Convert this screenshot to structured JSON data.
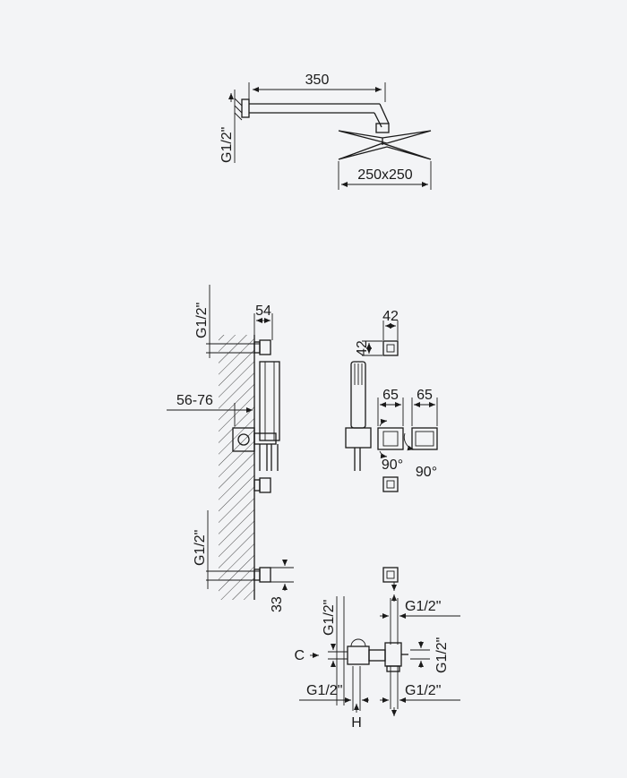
{
  "labels": {
    "arm_length": "350",
    "head_size": "250x250",
    "thread_top": "G1/2\"",
    "thread_left_upper": "G1/2\"",
    "depth": "56-76",
    "width_54": "54",
    "thread_left_lower": "G1/2\"",
    "height_33": "33",
    "outlet_size": "42",
    "outlet_size_v": "42",
    "plate_a": "65",
    "plate_b": "65",
    "angle_a": "90°",
    "angle_b": "90°",
    "valve_g_top_left": "G1/2\"",
    "valve_g_top_right": "G1/2\"",
    "valve_c": "C",
    "valve_g_right": "G1/2\"",
    "valve_g_bottom_left": "G1/2\"",
    "valve_g_bottom_right": "G1/2\"",
    "valve_h": "H"
  },
  "colors": {
    "line": "#1a1a1a",
    "background": "#f3f4f6"
  }
}
